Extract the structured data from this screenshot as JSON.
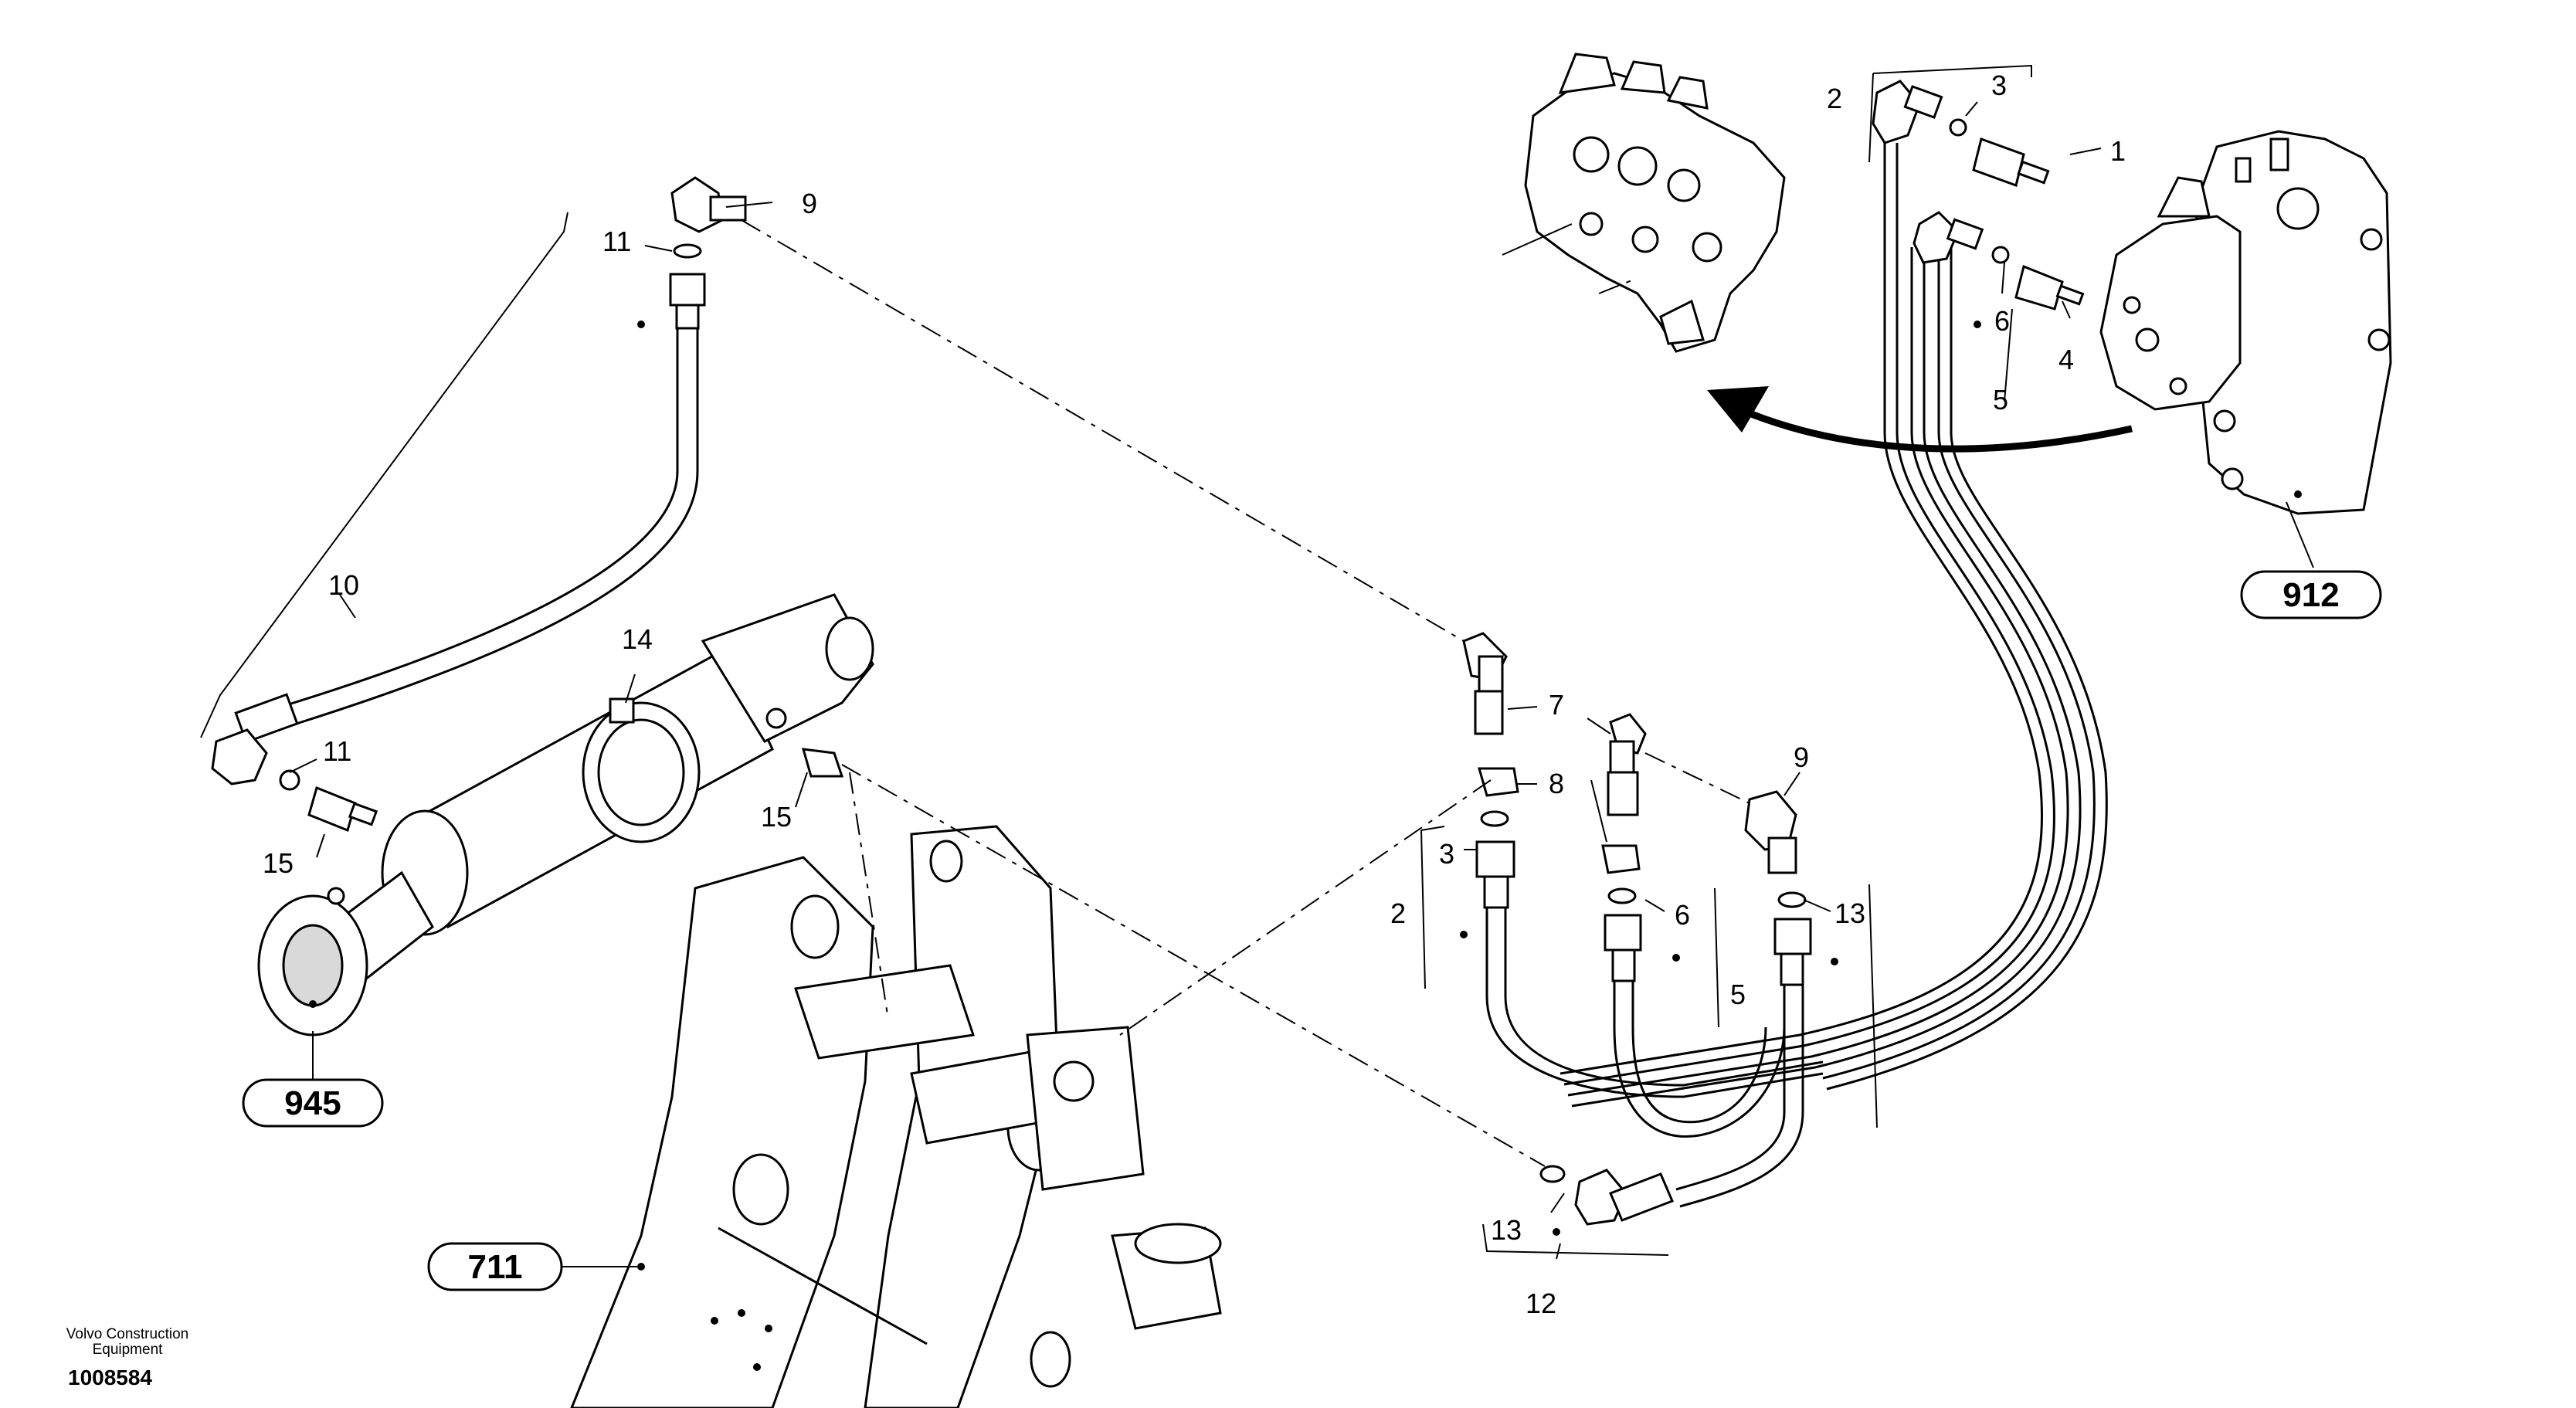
{
  "diagram": {
    "item_numbers": {
      "n1": "1",
      "n2a": "2",
      "n2b": "2",
      "n3a": "3",
      "n3b": "3",
      "n4": "4",
      "n5a": "5",
      "n5b": "5",
      "n6a": "6",
      "n6b": "6",
      "n7": "7",
      "n8": "8",
      "n9a": "9",
      "n9b": "9",
      "n10": "10",
      "n11a": "11",
      "n11b": "11",
      "n12": "12",
      "n13a": "13",
      "n13b": "13",
      "n14": "14",
      "n15a": "15",
      "n15b": "15"
    },
    "references": {
      "r912": "912",
      "r945": "945",
      "r711": "711"
    }
  },
  "footer": {
    "manufacturer_line1": "Volvo Construction",
    "manufacturer_line2": "Equipment",
    "document_number": "1008584"
  }
}
